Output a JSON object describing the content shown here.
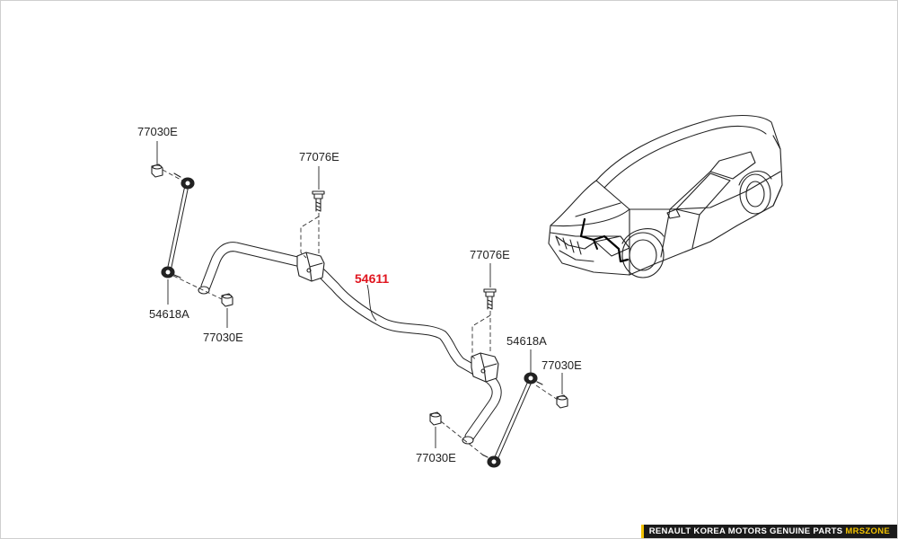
{
  "diagram": {
    "main_part_number": "54611",
    "callouts": [
      {
        "id": "link-top-bolt-left",
        "text": "77030E"
      },
      {
        "id": "bracket-bolt-left",
        "text": "77076E"
      },
      {
        "id": "bracket-bolt-right",
        "text": "77076E"
      },
      {
        "id": "link-left",
        "text": "54618A"
      },
      {
        "id": "link-bottom-nut-left",
        "text": "77030E"
      },
      {
        "id": "link-right",
        "text": "54618A"
      },
      {
        "id": "link-top-nut-right",
        "text": "77030E"
      },
      {
        "id": "link-bottom-nut-right",
        "text": "77030E"
      }
    ],
    "icons": [
      "stabilizer-bar-icon",
      "stabilizer-link-icon",
      "bolt-icon",
      "nut-icon",
      "car-illustration-icon"
    ],
    "colors": {
      "main_part": "#e0141e",
      "line": "#222222",
      "footer_accent": "#f2c200"
    }
  },
  "footer": {
    "brand": "RENAULT KOREA MOTORS GENUINE PARTS",
    "site": "MRSZONE"
  }
}
